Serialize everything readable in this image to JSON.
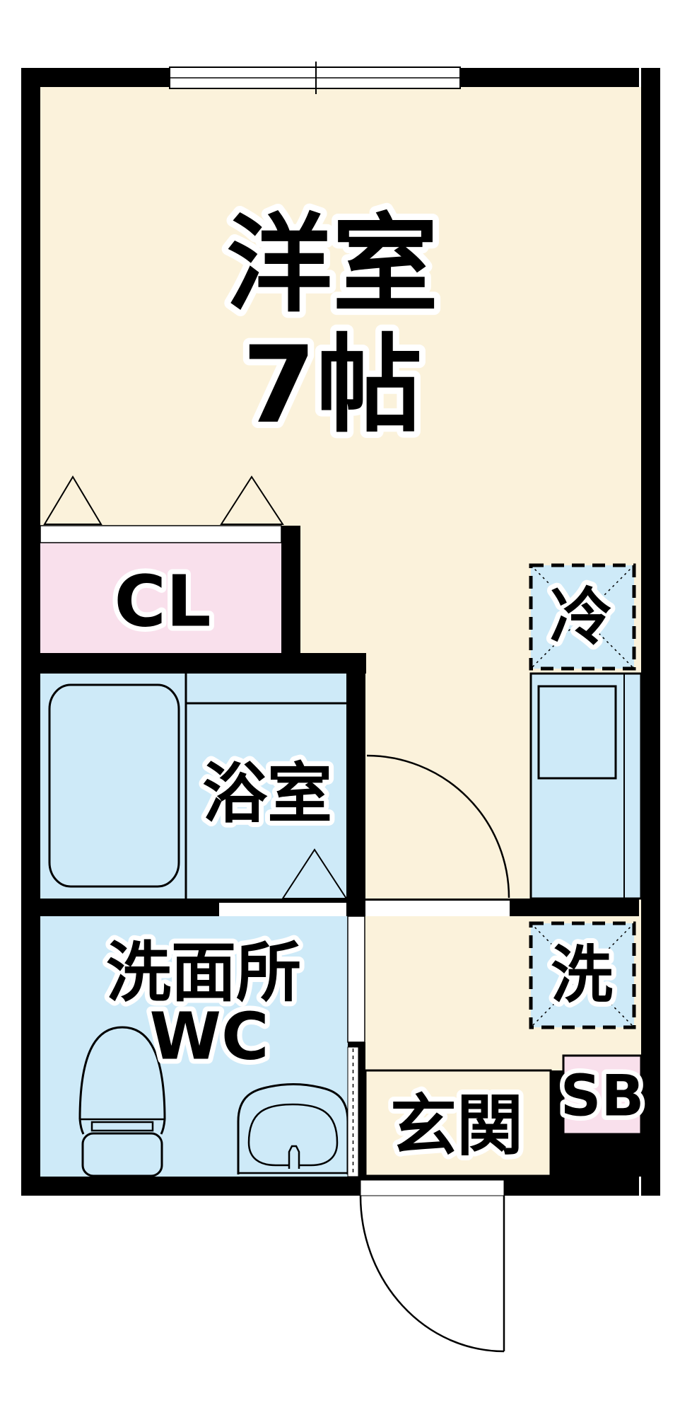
{
  "plan": {
    "type": "apartment-floorplan",
    "rooms": {
      "main_room": {
        "name": "洋室",
        "size": "7帖"
      },
      "closet": {
        "label": "CL"
      },
      "refrigerator_space": {
        "label": "冷"
      },
      "bathroom": {
        "label": "浴室"
      },
      "washroom": {
        "label": "洗面所",
        "sub_label": "WC"
      },
      "washer_space": {
        "label": "洗"
      },
      "shoe_box": {
        "label": "SB"
      },
      "entrance": {
        "label": "玄関"
      }
    },
    "colors": {
      "floor": "#FBF2DB",
      "wet_area": "#CEEAF8",
      "storage": "#F9E0EC",
      "wall": "#000000",
      "background": "#FFFFFF",
      "line": "#000000"
    }
  }
}
